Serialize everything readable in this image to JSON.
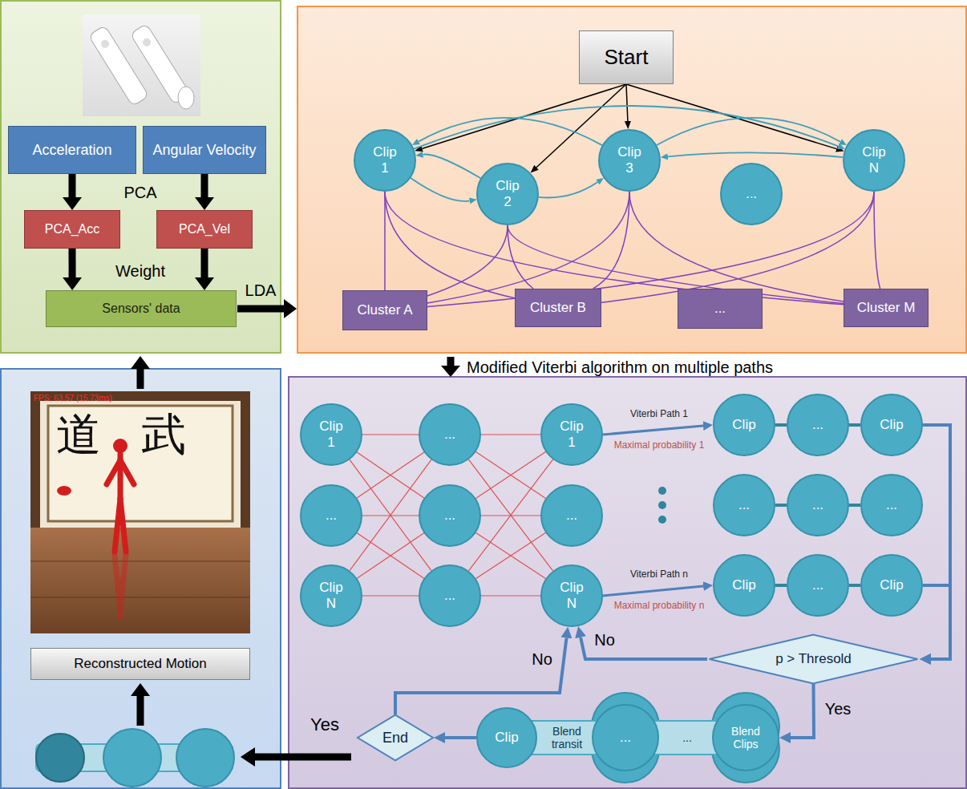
{
  "diagram": {
    "nodes": [
      {
        "text": [
          "Acceleration"
        ]
      },
      {
        "text": [
          "Angular Velocity"
        ]
      },
      {
        "text": [
          "PCA_Acc"
        ]
      },
      {
        "text": [
          "PCA_Vel"
        ]
      },
      {
        "text": [
          "Sensors' data"
        ]
      },
      {
        "text": [
          "Start"
        ]
      },
      {
        "text": [
          "Clip 1"
        ]
      },
      {
        "text": [
          "Clip 2"
        ]
      },
      {
        "text": [
          "Clip 3"
        ]
      },
      {
        "text": [
          "..."
        ]
      },
      {
        "text": [
          "Clip N"
        ]
      },
      {
        "text": [
          "Cluster A"
        ]
      },
      {
        "text": [
          "Cluster B"
        ]
      },
      {
        "text": [
          "..."
        ]
      },
      {
        "text": [
          "Cluster M"
        ]
      },
      {
        "text": [
          "Reconstructed Motion"
        ]
      },
      {
        "text": [
          "Clip 1"
        ]
      },
      {
        "text": [
          "..."
        ]
      },
      {
        "text": [
          "Clip 1"
        ]
      },
      {
        "text": [
          "..."
        ]
      },
      {
        "text": [
          "..."
        ]
      },
      {
        "text": [
          "..."
        ]
      },
      {
        "text": [
          "Clip N"
        ]
      },
      {
        "text": [
          "..."
        ]
      },
      {
        "text": [
          "Clip N"
        ]
      },
      {
        "text": [
          "Clip"
        ]
      },
      {
        "text": [
          "..."
        ]
      },
      {
        "text": [
          "Clip"
        ]
      },
      {
        "text": [
          "..."
        ]
      },
      {
        "text": [
          "..."
        ]
      },
      {
        "text": [
          "..."
        ]
      },
      {
        "text": [
          "Clip"
        ]
      },
      {
        "text": [
          "..."
        ]
      },
      {
        "text": [
          "Clip"
        ]
      },
      {
        "text": [
          "p > Thresold"
        ]
      },
      {
        "text": [
          "End"
        ]
      },
      {
        "text": [
          "Clip"
        ]
      },
      {
        "text": [
          "Blend transit",
          "..."
        ]
      },
      {
        "text": [
          "..."
        ]
      },
      {
        "text": [
          "Blend Clips"
        ]
      }
    ],
    "edges": [
      {
        "from": 0,
        "to": 2,
        "arrow": "to"
      },
      {
        "from": 1,
        "to": 3,
        "arrow": "to"
      },
      {
        "from": 2,
        "to": 4,
        "arrow": "to"
      },
      {
        "from": 3,
        "to": 4,
        "arrow": "to"
      },
      {
        "from": 5,
        "to": 6,
        "arrow": "to"
      },
      {
        "from": 5,
        "to": 7,
        "arrow": "to"
      },
      {
        "from": 5,
        "to": 8,
        "arrow": "to"
      },
      {
        "from": 5,
        "to": 10,
        "arrow": "to"
      },
      {
        "from": 6,
        "to": 7,
        "arrow": "to"
      },
      {
        "from": 7,
        "to": 6,
        "arrow": "to"
      },
      {
        "from": 7,
        "to": 8,
        "arrow": "to"
      },
      {
        "from": 8,
        "to": 6,
        "arrow": "to"
      },
      {
        "from": 8,
        "to": 10,
        "arrow": "to"
      },
      {
        "from": 10,
        "to": 8,
        "arrow": "to"
      },
      {
        "from": 6,
        "to": 10,
        "arrow": "to"
      },
      {
        "from": 6,
        "to": 11,
        "arrow": "none"
      },
      {
        "from": 6,
        "to": 12,
        "arrow": "none"
      },
      {
        "from": 6,
        "to": 14,
        "arrow": "none"
      },
      {
        "from": 7,
        "to": 11,
        "arrow": "none"
      },
      {
        "from": 7,
        "to": 12,
        "arrow": "none"
      },
      {
        "from": 7,
        "to": 14,
        "arrow": "none"
      },
      {
        "from": 8,
        "to": 11,
        "arrow": "none"
      },
      {
        "from": 8,
        "to": 12,
        "arrow": "none"
      },
      {
        "from": 8,
        "to": 14,
        "arrow": "none"
      },
      {
        "from": 10,
        "to": 11,
        "arrow": "none"
      },
      {
        "from": 10,
        "to": 12,
        "arrow": "none"
      },
      {
        "from": 10,
        "to": 14,
        "arrow": "none"
      },
      {
        "from": 16,
        "to": 17,
        "arrow": "none"
      },
      {
        "from": 16,
        "to": 20,
        "arrow": "none"
      },
      {
        "from": 16,
        "to": 23,
        "arrow": "none"
      },
      {
        "from": 19,
        "to": 17,
        "arrow": "none"
      },
      {
        "from": 19,
        "to": 20,
        "arrow": "none"
      },
      {
        "from": 19,
        "to": 23,
        "arrow": "none"
      },
      {
        "from": 22,
        "to": 17,
        "arrow": "none"
      },
      {
        "from": 22,
        "to": 20,
        "arrow": "none"
      },
      {
        "from": 22,
        "to": 23,
        "arrow": "none"
      },
      {
        "from": 17,
        "to": 18,
        "arrow": "none"
      },
      {
        "from": 17,
        "to": 21,
        "arrow": "none"
      },
      {
        "from": 17,
        "to": 24,
        "arrow": "none"
      },
      {
        "from": 20,
        "to": 18,
        "arrow": "none"
      },
      {
        "from": 20,
        "to": 21,
        "arrow": "none"
      },
      {
        "from": 20,
        "to": 24,
        "arrow": "none"
      },
      {
        "from": 23,
        "to": 18,
        "arrow": "none"
      },
      {
        "from": 23,
        "to": 21,
        "arrow": "none"
      },
      {
        "from": 23,
        "to": 24,
        "arrow": "none"
      },
      {
        "from": 18,
        "to": 25,
        "arrow": "to",
        "label": "Viterbi Path 1"
      },
      {
        "from": 24,
        "to": 31,
        "arrow": "to",
        "label": "Viterbi Path n"
      },
      {
        "from": 25,
        "to": 26,
        "arrow": "none"
      },
      {
        "from": 26,
        "to": 27,
        "arrow": "none"
      },
      {
        "from": 28,
        "to": 29,
        "arrow": "none"
      },
      {
        "from": 29,
        "to": 30,
        "arrow": "none"
      },
      {
        "from": 31,
        "to": 32,
        "arrow": "none"
      },
      {
        "from": 32,
        "to": 33,
        "arrow": "none"
      },
      {
        "from": 27,
        "to": 34,
        "arrow": "to"
      },
      {
        "from": 33,
        "to": 34,
        "arrow": "to"
      },
      {
        "from": 34,
        "to": 24,
        "arrow": "to",
        "label": "No"
      },
      {
        "from": 35,
        "to": 24,
        "arrow": "to",
        "label": "No"
      },
      {
        "from": 34,
        "to": 39,
        "arrow": "to",
        "label": "Yes"
      },
      {
        "from": 36,
        "to": 35,
        "arrow": "to"
      }
    ],
    "labels": [
      "PCA",
      "Weight",
      "LDA",
      "Modified Viterbi algorithm on multiple paths",
      "Maximal probability 1",
      "Maximal  probability n",
      "Yes",
      "FPS: 63.57 (15.73ms)",
      "道武"
    ]
  }
}
